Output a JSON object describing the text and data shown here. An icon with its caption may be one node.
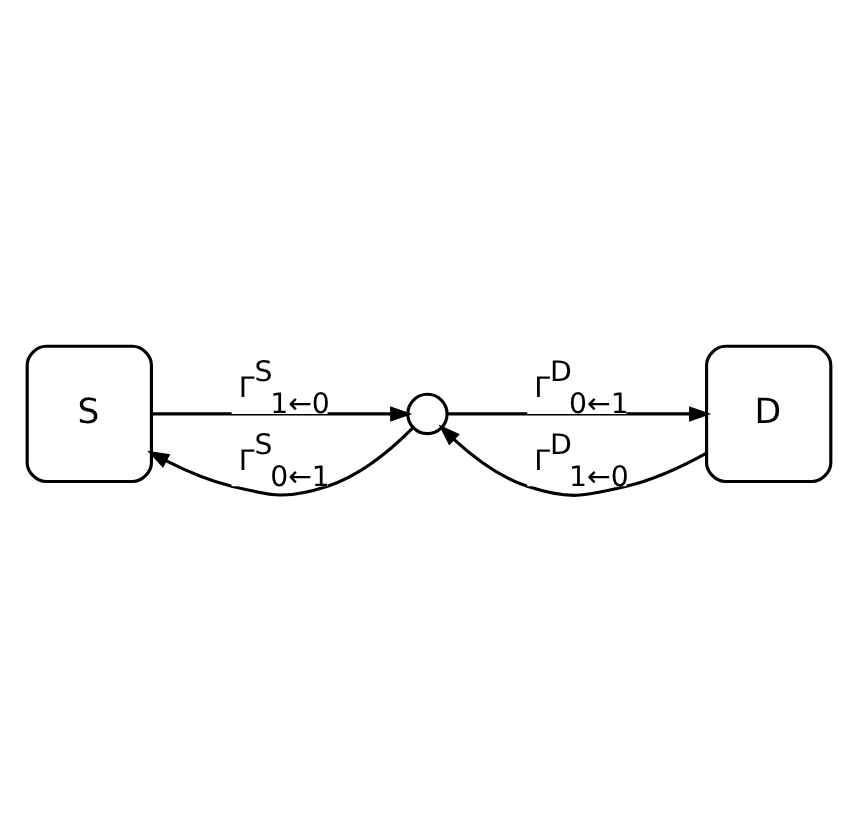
{
  "diagram": {
    "nodes": [
      {
        "text": [
          "S"
        ]
      },
      {
        "text": [],
        "shape": "circle"
      },
      {
        "text": [
          "D"
        ]
      }
    ],
    "edges": [
      {
        "from": 0,
        "to": 1,
        "arrow": "to",
        "label": "Γ$^{S}$$_{1←0}$"
      },
      {
        "from": 1,
        "to": 2,
        "arrow": "to",
        "label": "Γ$^{D}$$_{0←1}$"
      },
      {
        "from": 1,
        "to": 0,
        "arrow": "to",
        "label": "Γ$^{S}$$_{0←1}$"
      },
      {
        "from": 2,
        "to": 1,
        "arrow": "to",
        "label": "Γ$^{D}$$_{1←0}$"
      }
    ]
  }
}
